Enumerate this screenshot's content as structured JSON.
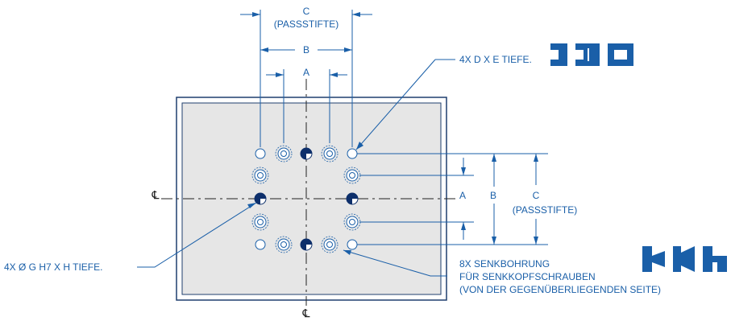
{
  "labels": {
    "c_top": "C",
    "passstifte_top": "(PASSSTIFTE)",
    "b_top": "B",
    "a_top": "A",
    "a_right": "A",
    "b_right": "B",
    "c_right": "C",
    "passstifte_right": "(PASSSTIFTE)",
    "cl_left": "℄",
    "cl_bottom": "℄",
    "callout_top_right": "4X D X E TIEFE.",
    "callout_left": "4X Ø G H7 X H TIEFE.",
    "callout_bottom_right_line1": "8X SENKBOHRUNG",
    "callout_bottom_right_line2": "FÜR SENKKOPFSCHRAUBEN",
    "callout_bottom_right_line3": "(VON DER GEGENÜBERLIEGENDEN SEITE)"
  },
  "symbols": {
    "top_right": [
      "bracket-open-left-icon",
      "bracket-open-right-icon",
      "bracket-closed-icon"
    ],
    "bottom_right": [
      "countersink-left-icon",
      "countersink-right-icon",
      "countersink-through-icon"
    ]
  },
  "colors": {
    "dimension_blue": "#1a5fa8",
    "plate_fill": "#e6e6e6",
    "plate_outline": "#1f3f6e",
    "dark_hole": "#0d2f6b"
  }
}
